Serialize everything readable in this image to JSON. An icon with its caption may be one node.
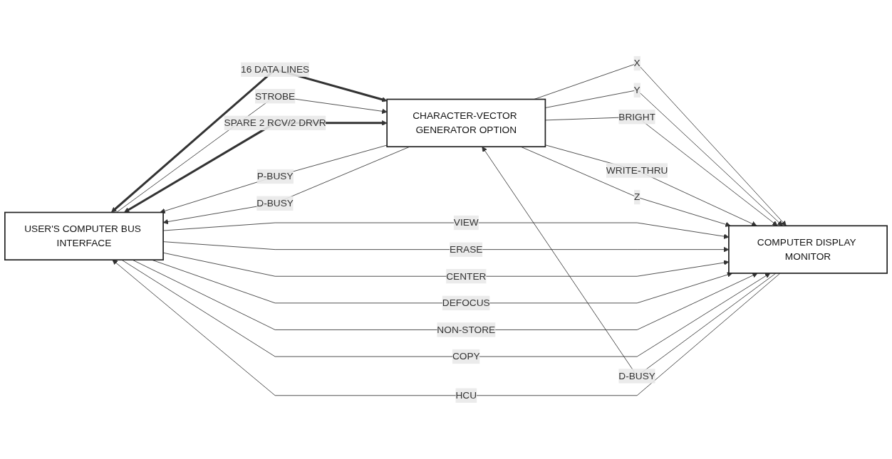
{
  "diagram": {
    "nodes": [
      {
        "text": [
          "USER'S COMPUTER BUS INTERFACE"
        ]
      },
      {
        "text": [
          "CHARACTER-VECTOR GENERATOR OPTION"
        ]
      },
      {
        "text": [
          "COMPUTER DISPLAY MONITOR"
        ]
      }
    ],
    "edges": [
      {
        "from": 0,
        "to": 1,
        "arrow": "both",
        "label": "16 DATA LINES",
        "style": "thick"
      },
      {
        "from": 1,
        "to": 0,
        "arrow": "to",
        "label": "P-BUSY"
      },
      {
        "from": 0,
        "to": 1,
        "arrow": "to",
        "label": "STROBE"
      },
      {
        "from": 1,
        "to": 0,
        "arrow": "to",
        "label": "D-BUSY"
      },
      {
        "from": 0,
        "to": 1,
        "arrow": "both",
        "label": "SPARE 2 RCV/2 DRVR",
        "style": "thick"
      },
      {
        "from": 1,
        "to": 2,
        "arrow": "to",
        "label": "X"
      },
      {
        "from": 1,
        "to": 2,
        "arrow": "to",
        "label": "Y"
      },
      {
        "from": 1,
        "to": 2,
        "arrow": "to",
        "label": "BRIGHT"
      },
      {
        "from": 1,
        "to": 2,
        "arrow": "to",
        "label": "WRITE-THRU"
      },
      {
        "from": 2,
        "to": 1,
        "arrow": "to",
        "label": "D-BUSY"
      },
      {
        "from": 1,
        "to": 2,
        "arrow": "to",
        "label": "Z"
      },
      {
        "from": 0,
        "to": 2,
        "arrow": "to",
        "label": "VIEW"
      },
      {
        "from": 0,
        "to": 2,
        "arrow": "to",
        "label": "ERASE"
      },
      {
        "from": 0,
        "to": 2,
        "arrow": "to",
        "label": "CENTER"
      },
      {
        "from": 0,
        "to": 2,
        "arrow": "to",
        "label": "DEFOCUS"
      },
      {
        "from": 0,
        "to": 2,
        "arrow": "to",
        "label": "NON-STORE"
      },
      {
        "from": 0,
        "to": 2,
        "arrow": "to",
        "label": "COPY"
      },
      {
        "from": 2,
        "to": 0,
        "arrow": "to",
        "label": "HCU"
      }
    ]
  }
}
